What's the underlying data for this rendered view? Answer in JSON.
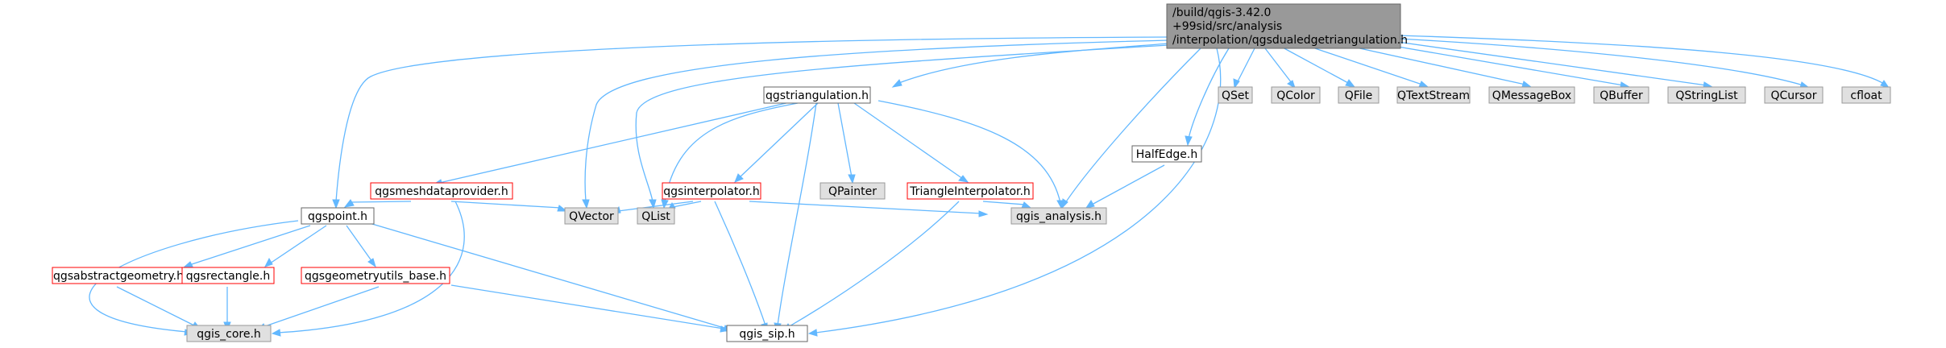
{
  "graph": {
    "colors": {
      "root_fill": "#999999",
      "root_border": "#666666",
      "link_fill": "#ffffff",
      "link_border_plain": "#666666",
      "link_border_red": "#ff0000",
      "system_fill": "#e0e0e0",
      "system_border": "#999999",
      "edge": "#63b8ff"
    },
    "root": {
      "line1": "/build/qgis-3.42.0",
      "line2": "+99sid/src/analysis",
      "line3": "/interpolation/qgsdualedgetriangulation.h"
    },
    "nodes": {
      "qsettriangulation": "qgstriangulation.h",
      "qset": "QSet",
      "qcolor": "QColor",
      "qfile": "QFile",
      "qtextstream": "QTextStream",
      "qmessagebox": "QMessageBox",
      "qbuffer": "QBuffer",
      "qstringlist": "QStringList",
      "qcursor": "QCursor",
      "cfloat": "cfloat",
      "qgsmeshdataprovider": "qgsmeshdataprovider.h",
      "qgsinterpolator": "qgsinterpolator.h",
      "qpainter": "QPainter",
      "triangleinterpolator": "TriangleInterpolator.h",
      "halfedge": "HalfEdge.h",
      "qgspoint": "qgspoint.h",
      "qvector": "QVector",
      "qlist": "QList",
      "qgis_analysis": "qgis_analysis.h",
      "qgsabstractgeometry": "qgsabstractgeometry.h",
      "qgsrectangle": "qgsrectangle.h",
      "qgsgeometryutils_base": "qgsgeometryutils_base.h",
      "qgis_core": "qgis_core.h",
      "qgis_sip": "qgis_sip.h"
    }
  }
}
